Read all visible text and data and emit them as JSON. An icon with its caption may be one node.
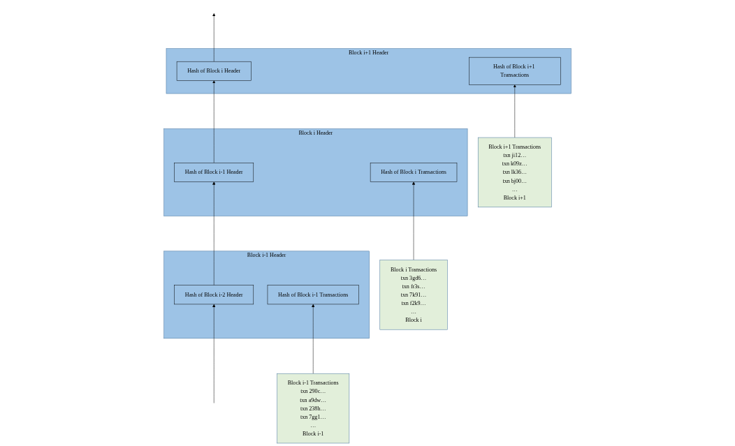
{
  "diagram": {
    "nodes": [
      {
        "text": [
          "Block i-1 Header"
        ]
      },
      {
        "text": [
          "Hash of Block i-2 Header"
        ],
        "in": 0
      },
      {
        "text": [
          "Hash of Block i-1 Transactions"
        ],
        "in": 0
      },
      {
        "text": [
          "Block i-1 Transactions",
          "txn 290c…",
          "txn a9dw…",
          "txn 238h…",
          "txn 7gg1…",
          "…",
          "Block i-1"
        ]
      },
      {
        "text": [
          "Block i Header"
        ]
      },
      {
        "text": [
          "Hash of Block i-1 Header"
        ],
        "in": 4
      },
      {
        "text": [
          "Hash of Block i Transactions"
        ],
        "in": 4
      },
      {
        "text": [
          "Block i Transactions",
          "txn 3gd6…",
          "txn fr3s…",
          "txn 7k91…",
          "txn f2k9…",
          "…",
          "Block i"
        ]
      },
      {
        "text": [
          "Block i+1 Header"
        ]
      },
      {
        "text": [
          "Hash of Block i Header"
        ],
        "in": 8
      },
      {
        "text": [
          "Hash of Block i+1 Transactions"
        ],
        "in": 8
      },
      {
        "text": [
          "Block i+1 Transactions",
          "txn ji12…",
          "txn k09z…",
          "txn lk36…",
          "txn bj00…",
          "…",
          "Block i+1"
        ]
      }
    ],
    "edges": [
      {
        "from": null,
        "to": 1,
        "arrow": "to"
      },
      {
        "from": 1,
        "to": 5,
        "arrow": "to"
      },
      {
        "from": 5,
        "to": 9,
        "arrow": "to"
      },
      {
        "from": 9,
        "to": null,
        "arrow": "to"
      },
      {
        "from": 3,
        "to": 2,
        "arrow": "to"
      },
      {
        "from": 7,
        "to": 6,
        "arrow": "to"
      },
      {
        "from": 11,
        "to": 10,
        "arrow": "to"
      }
    ]
  }
}
